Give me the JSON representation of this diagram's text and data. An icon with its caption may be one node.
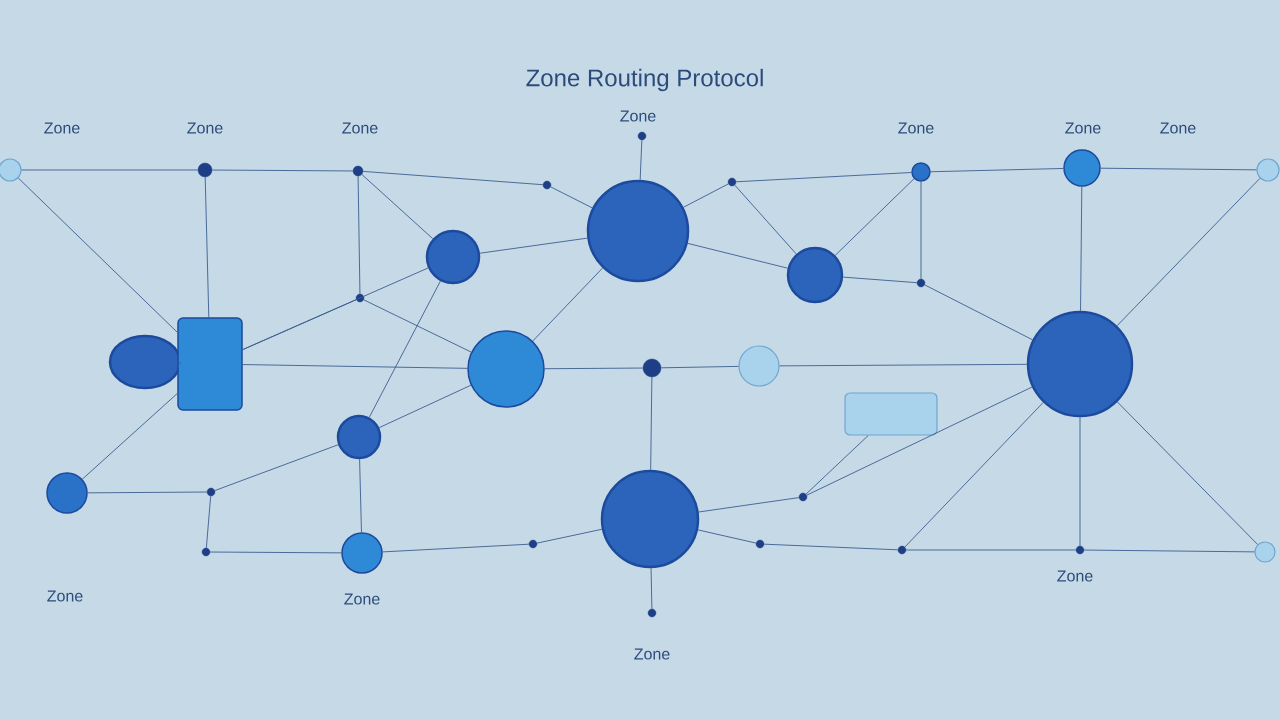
{
  "diagram": {
    "title": "Zone Routing Protocol",
    "nodes": [
      {
        "text": [],
        "shape": "circle"
      },
      {
        "text": [],
        "shape": "circle"
      },
      {
        "text": [],
        "shape": "circle"
      },
      {
        "text": [],
        "shape": "circle"
      },
      {
        "text": [],
        "shape": "circle"
      },
      {
        "text": [],
        "shape": "circle"
      },
      {
        "text": [],
        "shape": "circle"
      },
      {
        "text": [],
        "shape": "circle"
      },
      {
        "text": [],
        "shape": "circle"
      },
      {
        "text": [],
        "shape": "circle"
      },
      {
        "text": [],
        "shape": "circle"
      },
      {
        "text": [],
        "shape": "circle"
      },
      {
        "text": [],
        "shape": "circle"
      },
      {
        "text": [],
        "shape": "circle"
      },
      {
        "text": [],
        "shape": "circle"
      },
      {
        "text": [],
        "shape": "box"
      },
      {
        "text": [],
        "shape": "circle"
      },
      {
        "text": [],
        "shape": "circle"
      },
      {
        "text": [],
        "shape": "circle"
      },
      {
        "text": [],
        "shape": "circle"
      },
      {
        "text": [],
        "shape": "box"
      },
      {
        "text": [],
        "shape": "circle"
      },
      {
        "text": [],
        "shape": "circle"
      },
      {
        "text": [],
        "shape": "circle"
      },
      {
        "text": [],
        "shape": "circle"
      },
      {
        "text": [],
        "shape": "circle"
      },
      {
        "text": [],
        "shape": "circle"
      },
      {
        "text": [],
        "shape": "circle"
      },
      {
        "text": [],
        "shape": "circle"
      },
      {
        "text": [],
        "shape": "circle"
      },
      {
        "text": [],
        "shape": "circle"
      },
      {
        "text": [],
        "shape": "circle"
      },
      {
        "text": [],
        "shape": "circle"
      },
      {
        "text": [],
        "shape": "circle"
      }
    ],
    "edges": [
      {
        "from": 0,
        "to": 1,
        "arrow": "none"
      },
      {
        "from": 1,
        "to": 2,
        "arrow": "none"
      },
      {
        "from": 2,
        "to": 3,
        "arrow": "none"
      },
      {
        "from": 3,
        "to": 4,
        "arrow": "none"
      },
      {
        "from": 4,
        "to": 6,
        "arrow": "none"
      },
      {
        "from": 6,
        "to": 7,
        "arrow": "none"
      },
      {
        "from": 7,
        "to": 8,
        "arrow": "none"
      },
      {
        "from": 8,
        "to": 9,
        "arrow": "none"
      },
      {
        "from": 0,
        "to": 15,
        "arrow": "none"
      },
      {
        "from": 1,
        "to": 15,
        "arrow": "none"
      },
      {
        "from": 2,
        "to": 10,
        "arrow": "none"
      },
      {
        "from": 2,
        "to": 12,
        "arrow": "none"
      },
      {
        "from": 10,
        "to": 4,
        "arrow": "none"
      },
      {
        "from": 12,
        "to": 16,
        "arrow": "none"
      },
      {
        "from": 12,
        "to": 15,
        "arrow": "none"
      },
      {
        "from": 16,
        "to": 4,
        "arrow": "none"
      },
      {
        "from": 16,
        "to": 21,
        "arrow": "none"
      },
      {
        "from": 15,
        "to": 16,
        "arrow": "none"
      },
      {
        "from": 16,
        "to": 17,
        "arrow": "none"
      },
      {
        "from": 17,
        "to": 18,
        "arrow": "none"
      },
      {
        "from": 18,
        "to": 19,
        "arrow": "none"
      },
      {
        "from": 19,
        "to": 8,
        "arrow": "none"
      },
      {
        "from": 19,
        "to": 9,
        "arrow": "none"
      },
      {
        "from": 19,
        "to": 13,
        "arrow": "none"
      },
      {
        "from": 13,
        "to": 11,
        "arrow": "none"
      },
      {
        "from": 11,
        "to": 6,
        "arrow": "none"
      },
      {
        "from": 11,
        "to": 7,
        "arrow": "none"
      },
      {
        "from": 11,
        "to": 4,
        "arrow": "none"
      },
      {
        "from": 7,
        "to": 13,
        "arrow": "none"
      },
      {
        "from": 17,
        "to": 24,
        "arrow": "none"
      },
      {
        "from": 24,
        "to": 28,
        "arrow": "none"
      },
      {
        "from": 28,
        "to": 27,
        "arrow": "none"
      },
      {
        "from": 27,
        "to": 21,
        "arrow": "none"
      },
      {
        "from": 21,
        "to": 23,
        "arrow": "none"
      },
      {
        "from": 23,
        "to": 22,
        "arrow": "none"
      },
      {
        "from": 22,
        "to": 15,
        "arrow": "none"
      },
      {
        "from": 23,
        "to": 26,
        "arrow": "none"
      },
      {
        "from": 26,
        "to": 27,
        "arrow": "none"
      },
      {
        "from": 24,
        "to": 25,
        "arrow": "none"
      },
      {
        "from": 25,
        "to": 20,
        "arrow": "none"
      },
      {
        "from": 24,
        "to": 29,
        "arrow": "none"
      },
      {
        "from": 29,
        "to": 31,
        "arrow": "none"
      },
      {
        "from": 31,
        "to": 32,
        "arrow": "none"
      },
      {
        "from": 32,
        "to": 33,
        "arrow": "none"
      },
      {
        "from": 19,
        "to": 31,
        "arrow": "none"
      },
      {
        "from": 19,
        "to": 32,
        "arrow": "none"
      },
      {
        "from": 19,
        "to": 33,
        "arrow": "none"
      },
      {
        "from": 24,
        "to": 30,
        "arrow": "none"
      },
      {
        "from": 21,
        "to": 10,
        "arrow": "none"
      },
      {
        "from": 10,
        "to": 15,
        "arrow": "none"
      },
      {
        "from": 25,
        "to": 19,
        "arrow": "none"
      },
      {
        "from": 14,
        "to": 15,
        "arrow": "none"
      },
      {
        "from": 5,
        "to": 4,
        "arrow": "none"
      }
    ],
    "labels": [
      "Zone",
      "Zone",
      "Zone",
      "Zone",
      "Zone",
      "Zone",
      "Zone",
      "Zone",
      "Zone",
      "Zone",
      "Zone"
    ]
  }
}
